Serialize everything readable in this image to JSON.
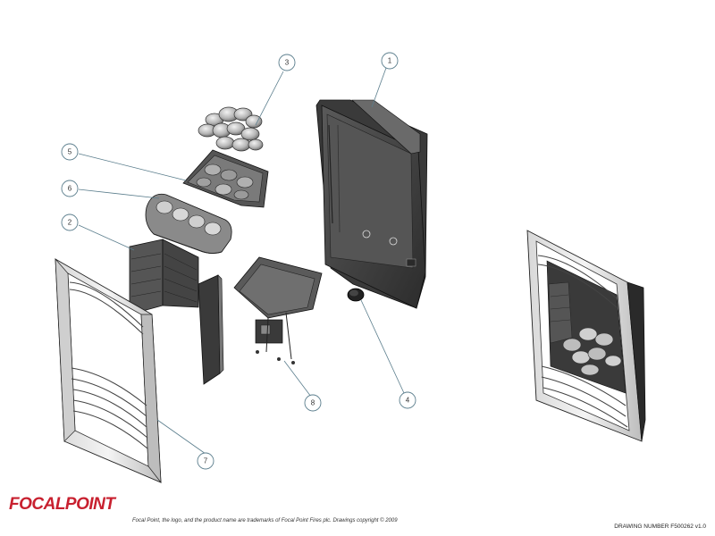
{
  "callouts": [
    "1",
    "2",
    "3",
    "4",
    "5",
    "6",
    "7",
    "8"
  ],
  "logo_text": "FOCALPOINT",
  "legal_text": "Focal Point, the logo, and the product name are trademarks of Focal Point Fires plc. Drawings copyright © 2009",
  "drawing_number": "DRAWING NUMBER F500262 v1.0",
  "colors": {
    "brand": "#c8202f",
    "callout": "#5a7d8c",
    "metal": "#4a4a4a",
    "dark": "#2a2a2a"
  },
  "icons": [
    "firebox-icon",
    "brick-liner-icon",
    "pebbles-icon",
    "fuel-bed-icon",
    "log-front-icon",
    "burner-icon",
    "fret-icon",
    "fascia-frame-icon",
    "assembled-fire-icon"
  ]
}
